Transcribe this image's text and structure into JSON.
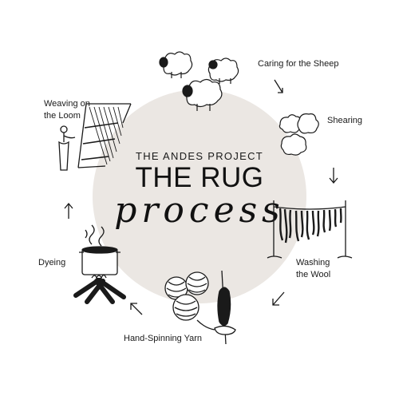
{
  "header": {
    "subtitle": "THE ANDES PROJECT",
    "title": "THE RUG",
    "script": "process"
  },
  "steps": [
    {
      "label": "Caring for the Sheep",
      "icon": "sheep-icon"
    },
    {
      "label": "Shearing",
      "icon": "wool-tufts-icon"
    },
    {
      "label": "Washing\nthe Wool",
      "icon": "drying-wool-line-icon"
    },
    {
      "label": "Hand-Spinning Yarn",
      "icon": "yarn-and-spindle-icon"
    },
    {
      "label": "Dyeing",
      "icon": "dye-pot-fire-icon"
    },
    {
      "label": "Weaving on\nthe Loom",
      "icon": "weaver-loom-icon"
    }
  ],
  "colors": {
    "circle": "#ebe7e3",
    "ink": "#1a1a1a",
    "background": "#ffffff"
  }
}
